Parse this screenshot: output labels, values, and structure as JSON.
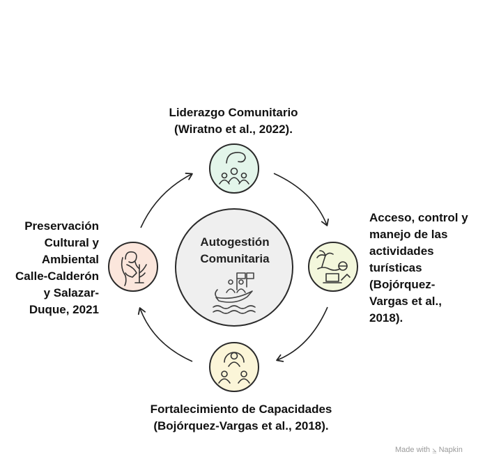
{
  "center": {
    "title_lines": [
      "Autogestión",
      "Comunitaria"
    ]
  },
  "nodes": [
    {
      "id": "top",
      "icon": "leadership-group-icon",
      "color": "#e3f5ea",
      "lines": [
        "Liderazgo Comunitario",
        "(Wiratno et al., 2022)."
      ]
    },
    {
      "id": "right",
      "icon": "beach-laptop-icon",
      "color": "#f3f7dc",
      "lines": [
        "Acceso, control y",
        "manejo de las",
        "actividades",
        "turísticas",
        "(Bojórquez-",
        "Vargas et al.,",
        "2018)."
      ]
    },
    {
      "id": "bottom",
      "icon": "team-training-icon",
      "color": "#fbf5d8",
      "lines": [
        "Fortalecimiento de Capacidades",
        "(Bojórquez-Vargas et al., 2018)."
      ]
    },
    {
      "id": "left",
      "icon": "person-plant-icon",
      "color": "#fbe6dc",
      "lines": [
        "Preservación",
        "Cultural y",
        "Ambiental",
        "Calle-Calderón",
        "y Salazar-",
        "Duque, 2021"
      ]
    }
  ],
  "watermark": "Made with ⦥ Napkin"
}
